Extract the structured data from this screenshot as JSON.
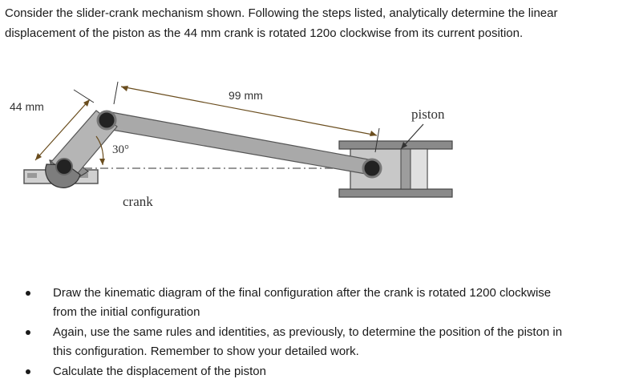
{
  "question": {
    "line1": "Consider the slider-crank mechanism shown. Following the steps listed, analytically determine the linear",
    "line2": "displacement of the piston as the 44 mm crank is rotated 120o clockwise from its current position."
  },
  "figure": {
    "crank_length_label": "44 mm",
    "rod_length_label": "99 mm",
    "angle_label": "30°",
    "crank_label": "crank",
    "piston_label": "piston"
  },
  "bullets": [
    {
      "line1": "Draw the kinematic diagram of the final configuration after the crank is rotated 1200 clockwise",
      "line2": "from the initial configuration"
    },
    {
      "line1": "Again, use the same rules and identities, as previously, to determine the position of the piston in",
      "line2": "this configuration. Remember to show your detailed work."
    },
    {
      "line1": "Calculate the displacement of the piston",
      "line2": ""
    }
  ]
}
